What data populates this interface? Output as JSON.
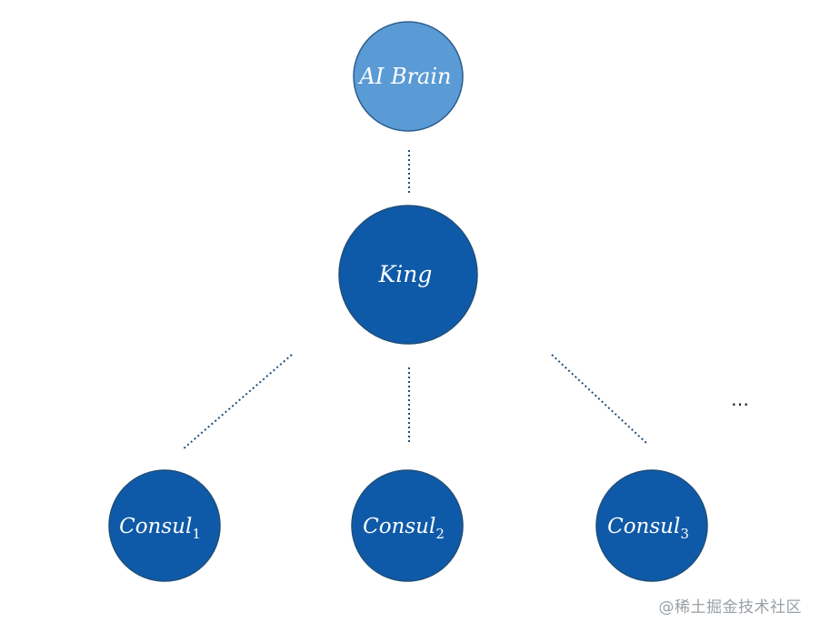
{
  "colors": {
    "ai_brain_fill": "#5b9bd5",
    "node_fill": "#0f5aa8",
    "node_stroke": "#1f4e79",
    "connector": "#1f4e79"
  },
  "nodes": {
    "ai_brain": {
      "label": "AI Brain"
    },
    "king": {
      "label": "King"
    },
    "consul_1": {
      "label": "Consul",
      "subscript": "1"
    },
    "consul_2": {
      "label": "Consul",
      "subscript": "2"
    },
    "consul_3": {
      "label": "Consul",
      "subscript": "3"
    }
  },
  "more_indicator": "…",
  "watermark": "@稀土掘金技术社区"
}
